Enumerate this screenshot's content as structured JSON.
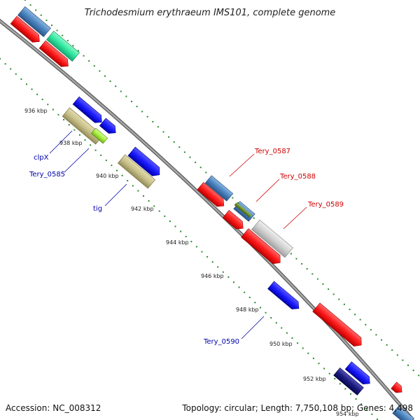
{
  "title": "Trichodesmium erythraeum IMS101, complete genome",
  "accession": "Accession: NC_008312",
  "topology": "Topology: circular; Length: 7,750,108 bp; Genes: 4,498",
  "ticks": [
    "936 kbp",
    "938 kbp",
    "940 kbp",
    "942 kbp",
    "944 kbp",
    "946 kbp",
    "948 kbp",
    "950 kbp",
    "952 kbp",
    "954 kbp"
  ],
  "gene_labels": {
    "clpX": "clpX",
    "tery_0585": "Tery_0585",
    "tig": "tig",
    "tery_0587": "Tery_0587",
    "tery_0588": "Tery_0588",
    "tery_0589": "Tery_0589",
    "tery_0590": "Tery_0590"
  },
  "colors": {
    "backbone": "#8a8a8a",
    "dots": "#2a8a2a",
    "red": "#ff1a1a",
    "blue": "#1a1aff",
    "steel": "#4a84c0",
    "mint": "#2ee8a0",
    "khaki": "#c8c08a",
    "lime": "#a8f040",
    "olive": "#6a8a20",
    "light_gray": "#d0d0d0",
    "navy": "#1a1a80",
    "red_label": "#cc0000",
    "blue_label": "#0000aa"
  }
}
